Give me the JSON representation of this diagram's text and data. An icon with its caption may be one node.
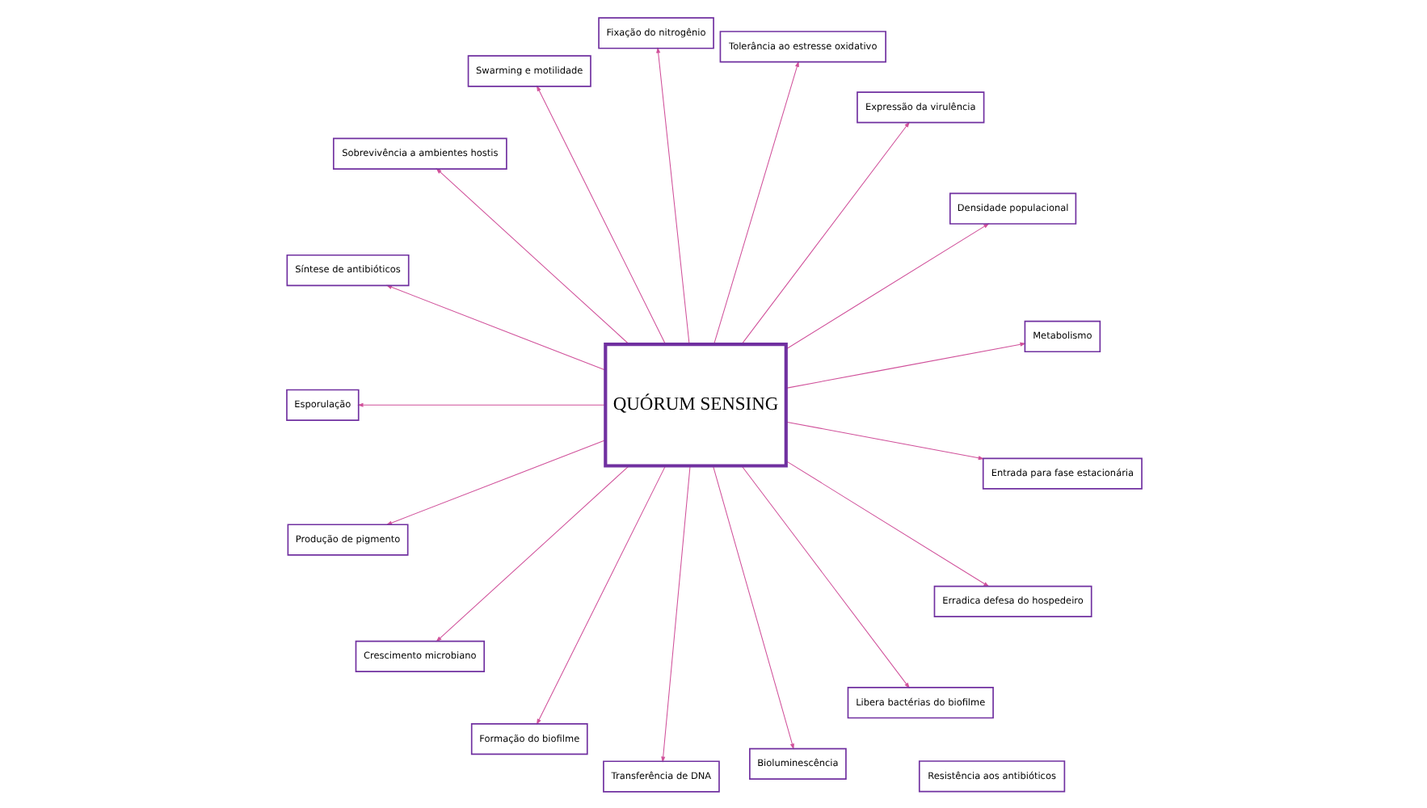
{
  "diagram": {
    "nodes": [
      {
        "text": [
          "QUÓRUM SENSING"
        ]
      },
      {
        "text": [
          "Metabolismo"
        ]
      },
      {
        "text": [
          "Densidade populacional"
        ]
      },
      {
        "text": [
          "Expressão da virulência"
        ]
      },
      {
        "text": [
          "Resistência aos antibióticos"
        ]
      },
      {
        "text": [
          "Tolerância ao estresse oxidativo"
        ]
      },
      {
        "text": [
          "Fixação do nitrogênio"
        ]
      },
      {
        "text": [
          "Swarming e motilidade"
        ]
      },
      {
        "text": [
          "Sobrevivência a ambientes hostis"
        ]
      },
      {
        "text": [
          "Síntese de antibióticos"
        ]
      },
      {
        "text": [
          "Esporulação"
        ]
      },
      {
        "text": [
          "Produção de pigmento"
        ]
      },
      {
        "text": [
          "Crescimento microbiano"
        ]
      },
      {
        "text": [
          "Formação do biofilme"
        ]
      },
      {
        "text": [
          "Transferência de DNA"
        ]
      },
      {
        "text": [
          "Bioluminescência"
        ]
      },
      {
        "text": [
          "Libera bactérias do biofilme"
        ]
      },
      {
        "text": [
          "Erradica defesa do hospedeiro"
        ]
      },
      {
        "text": [
          "Entrada para fase estacionária"
        ]
      }
    ],
    "edges": [
      {
        "from": 0,
        "to": 1,
        "arrow": "to"
      },
      {
        "from": 0,
        "to": 2,
        "arrow": "to"
      },
      {
        "from": 0,
        "to": 3,
        "arrow": "to"
      },
      {
        "from": 0,
        "to": 5,
        "arrow": "to"
      },
      {
        "from": 0,
        "to": 6,
        "arrow": "to"
      },
      {
        "from": 0,
        "to": 7,
        "arrow": "to"
      },
      {
        "from": 0,
        "to": 8,
        "arrow": "to"
      },
      {
        "from": 0,
        "to": 9,
        "arrow": "to"
      },
      {
        "from": 0,
        "to": 10,
        "arrow": "to"
      },
      {
        "from": 0,
        "to": 11,
        "arrow": "to"
      },
      {
        "from": 0,
        "to": 12,
        "arrow": "to"
      },
      {
        "from": 0,
        "to": 13,
        "arrow": "to"
      },
      {
        "from": 0,
        "to": 14,
        "arrow": "to"
      },
      {
        "from": 0,
        "to": 15,
        "arrow": "to"
      },
      {
        "from": 0,
        "to": 16,
        "arrow": "to"
      },
      {
        "from": 0,
        "to": 17,
        "arrow": "to"
      },
      {
        "from": 0,
        "to": 18,
        "arrow": "to"
      }
    ]
  }
}
